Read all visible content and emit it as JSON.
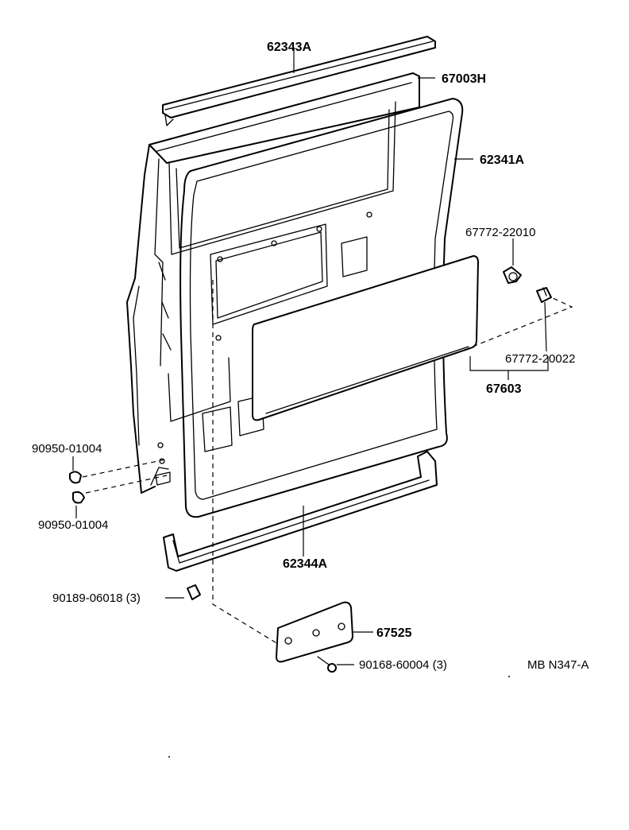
{
  "diagram": {
    "labels": {
      "upper_channel": "62343A",
      "door_frame_seal": "67003H",
      "weatherstrip": "62341A",
      "clip_a": "67772-22010",
      "clip_b": "67772-20022",
      "trim_board": "67603",
      "plug_upper": "90950-01004",
      "plug_lower": "90950-01004",
      "lower_channel": "62344A",
      "fastener_clip": "90189-06018 (3)",
      "cover_plate": "67525",
      "screw": "90168-60004 (3)",
      "drawing_code": "MB N347-A"
    }
  }
}
